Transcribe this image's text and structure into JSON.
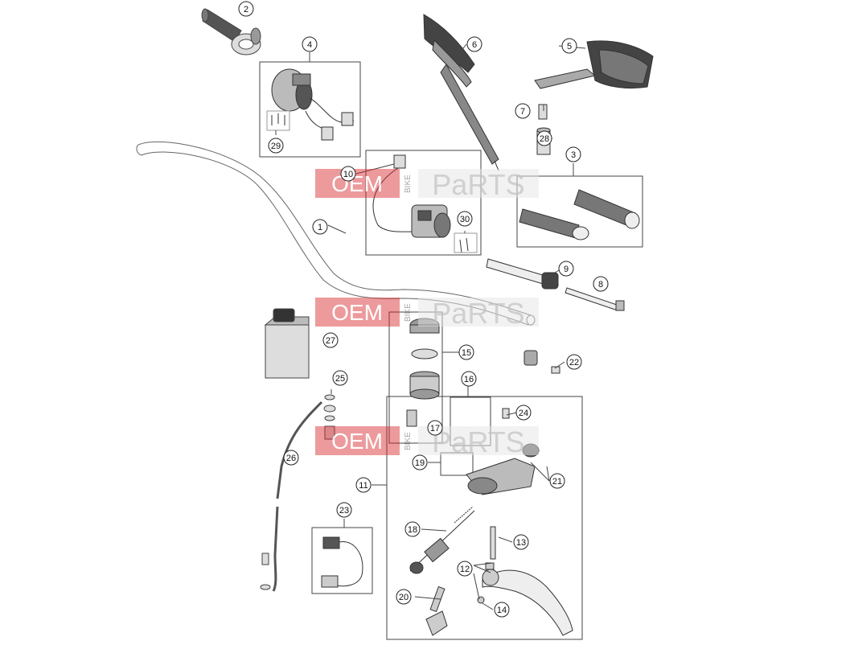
{
  "diagram": {
    "part_numbers": [
      "1",
      "2",
      "3",
      "4",
      "5",
      "6",
      "7",
      "8",
      "9",
      "10",
      "11",
      "12",
      "13",
      "14",
      "15",
      "16",
      "17",
      "18",
      "19",
      "20",
      "21",
      "22",
      "23",
      "24",
      "25",
      "26",
      "27",
      "28",
      "29",
      "30"
    ]
  },
  "watermark": {
    "text_oem": "OEM",
    "text_bike": "BIKE",
    "text_parts": "PaRTS",
    "accent_color": "#d9262c",
    "block_color": "#e4e4e4"
  }
}
